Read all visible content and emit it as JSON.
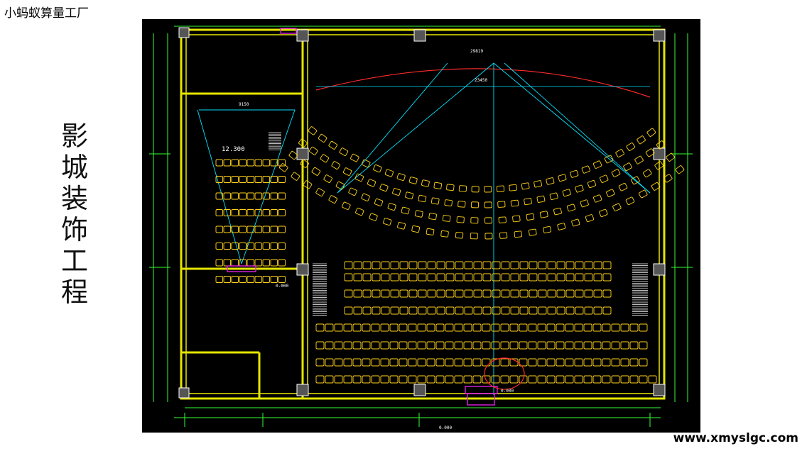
{
  "header": {
    "brand": "小蚂蚁算量工厂"
  },
  "slide": {
    "title_chars": [
      "影",
      "城",
      "装",
      "饰",
      "工",
      "程"
    ]
  },
  "footer": {
    "website": "www.xmyslgc.com"
  },
  "drawing": {
    "labels": {
      "elev": "12.300",
      "sec_a": "0.000",
      "sec_b": "0.000",
      "sec_c": "0.000",
      "dim_top": "29819",
      "dim_inner": "23450",
      "dim_left": "9150"
    },
    "colors": {
      "background": "#000000",
      "wall": "#e6e600",
      "seat": "#ffd21a",
      "line": "#00e5ff",
      "dim": "#33ff33",
      "arc": "#ff2b2b",
      "magenta": "#e020e0"
    }
  }
}
